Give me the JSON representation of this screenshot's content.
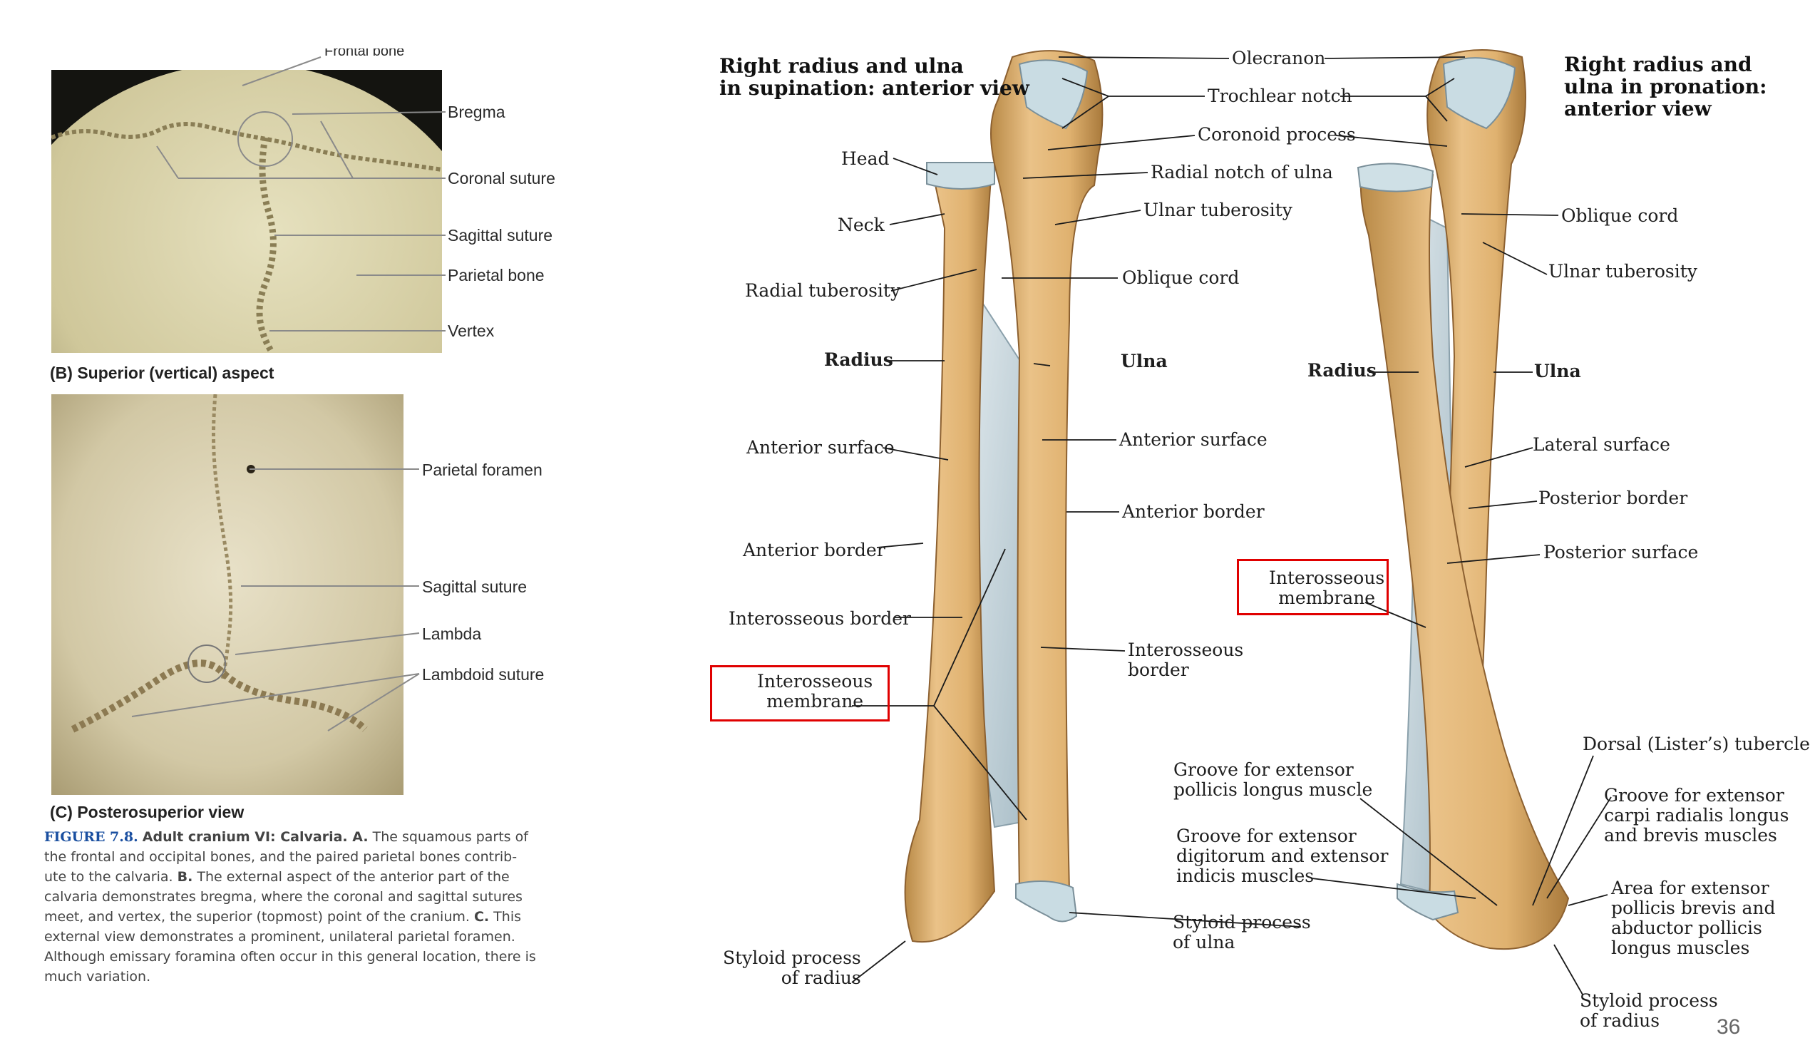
{
  "left": {
    "fig_b": {
      "top_label": "Frontal bone",
      "labels": {
        "bregma": "Bregma",
        "coronal": "Coronal suture",
        "sagittal": "Sagittal suture",
        "parietal": "Parietal bone",
        "vertex": "Vertex"
      },
      "caption": "(B) Superior (vertical) aspect"
    },
    "fig_c": {
      "labels": {
        "foramen": "Parietal foramen",
        "sagittal": "Sagittal suture",
        "lambda": "Lambda",
        "lambdoid": "Lambdoid suture"
      },
      "caption": "(C) Posterosuperior view"
    },
    "figure_caption": {
      "number": "FIGURE 7.8.",
      "title": "Adult cranium VI: Calvaria. A.",
      "line1_rest": " The squamous parts of",
      "line2": "the frontal and occipital bones, and the paired parietal bones contrib-",
      "line3a": "ute to the calvaria. ",
      "line3b": "B.",
      "line3c": " The external aspect of the anterior part of the",
      "line4": "calvaria demonstrates bregma, where the coronal and sagittal sutures",
      "line5a": "meet, and vertex, the superior (topmost) point of the cranium. ",
      "line5b": "C.",
      "line5c": " This",
      "line6": "external view demonstrates a prominent, unilateral parietal foramen.",
      "line7": "Although emissary foramina often occur in this general location, there is",
      "line8": "much variation."
    }
  },
  "right": {
    "title_left": {
      "line1": "Right radius and ulna",
      "line2": "in supination: anterior view"
    },
    "title_right": {
      "line1": "Right radius and",
      "line2": "ulna in pronation:",
      "line3": "anterior view"
    },
    "labels": {
      "olecranon": "Olecranon",
      "trochlear": "Trochlear notch",
      "coronoid": "Coronoid process",
      "radial_notch": "Radial notch of ulna",
      "ulnar_tuberosity": "Ulnar tuberosity",
      "oblique_cord": "Oblique cord",
      "ulna": "Ulna",
      "anterior_surface": "Anterior surface",
      "anterior_border": "Anterior border",
      "interosseous_border_1": "Interosseous",
      "interosseous_border_2": "border",
      "head": "Head",
      "neck": "Neck",
      "radial_tuberosity": "Radial tuberosity",
      "radius": "Radius",
      "l_anterior_surface": "Anterior surface",
      "l_anterior_border": "Anterior border",
      "l_interosseous_border": "Interosseous border",
      "membrane_l1": "Interosseous",
      "membrane_l2": "membrane",
      "styloid_radius_l1": "Styloid process",
      "styloid_radius_l2": "of radius",
      "styloid_ulna_l1": "Styloid process",
      "styloid_ulna_l2": "of ulna",
      "groove_epl_1": "Groove for extensor",
      "groove_epl_2": "pollicis longus muscle",
      "groove_ed_1": "Groove for extensor",
      "groove_ed_2": "digitorum and extensor",
      "groove_ed_3": "indicis muscles",
      "r_oblique_cord": "Oblique cord",
      "r_ulnar_tuberosity": "Ulnar tuberosity",
      "r_radius": "Radius",
      "r_ulna": "Ulna",
      "lateral_surface": "Lateral surface",
      "posterior_border": "Posterior border",
      "posterior_surface": "Posterior surface",
      "r_membrane_1": "Interosseous",
      "r_membrane_2": "membrane",
      "listers": "Dorsal (Lister’s) tubercle",
      "groove_ecr_1": "Groove for extensor",
      "groove_ecr_2": "carpi radialis longus",
      "groove_ecr_3": "and brevis muscles",
      "area_1": "Area for extensor",
      "area_2": "pollicis brevis and",
      "area_3": "abductor pollicis",
      "area_4": "longus muscles",
      "r_styloid_1": "Styloid process",
      "r_styloid_2": "of radius"
    },
    "page_number": "36"
  },
  "colors": {
    "highlight_box": "#e00000",
    "bone": "#e2b778",
    "membrane": "#c5d3da",
    "figure_label_blue": "#1a4fa0"
  }
}
